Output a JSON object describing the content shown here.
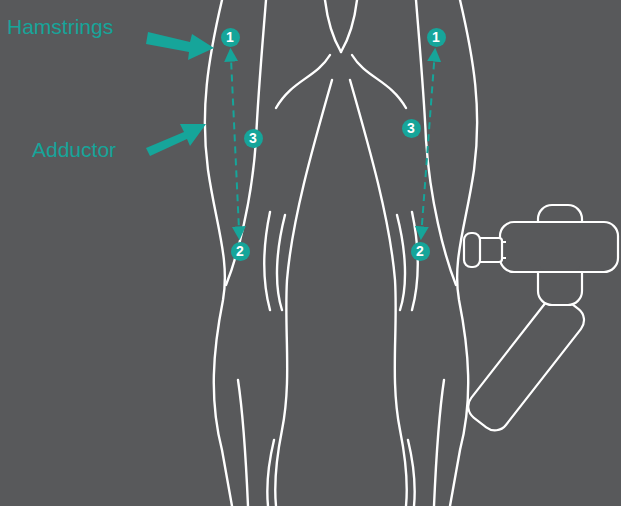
{
  "diagram": {
    "nodes": [
      {
        "text": [
          "1"
        ]
      },
      {
        "text": [
          "3"
        ]
      },
      {
        "text": [
          "2"
        ]
      },
      {
        "text": [
          "1"
        ]
      },
      {
        "text": [
          "3"
        ]
      },
      {
        "text": [
          "2"
        ]
      }
    ],
    "edges": [
      {
        "from": 0,
        "to": 2,
        "arrow": "both"
      },
      {
        "from": 3,
        "to": 5,
        "arrow": "both"
      }
    ],
    "labels": [
      "Hamstrings",
      "Adductor"
    ]
  }
}
